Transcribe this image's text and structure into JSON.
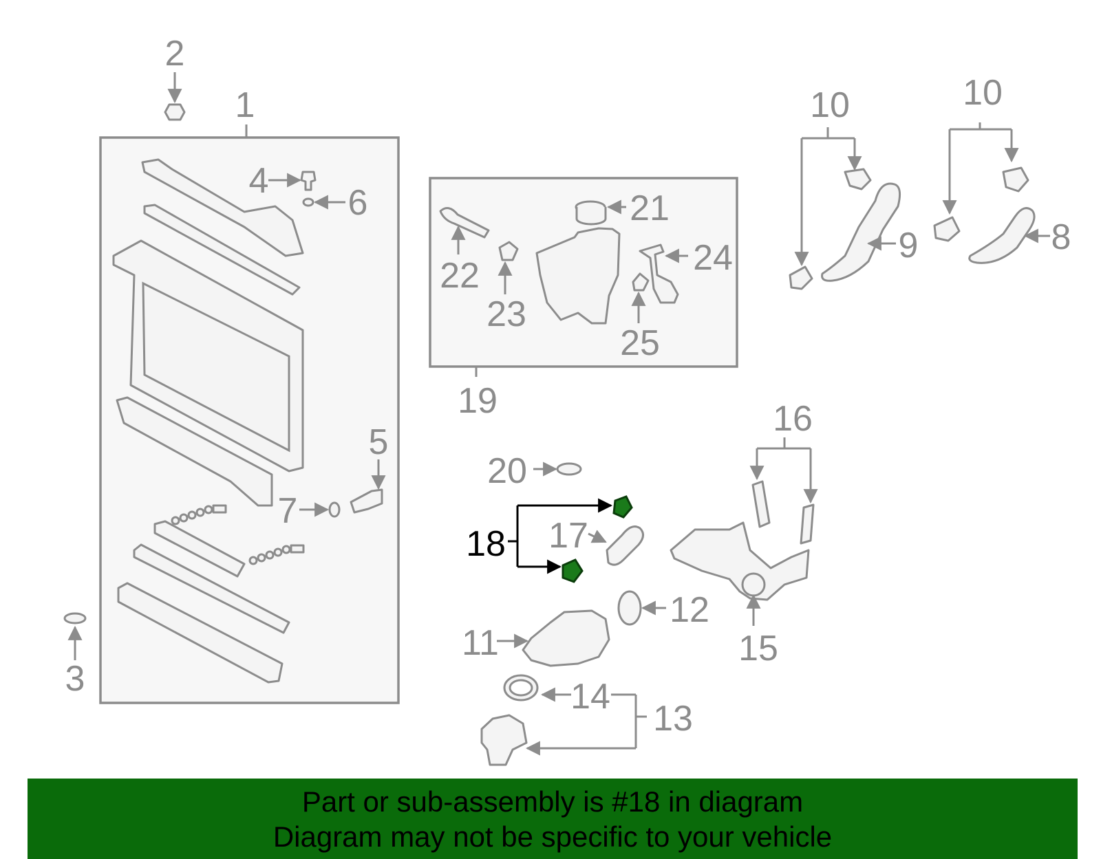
{
  "diagram": {
    "highlighted_part": "18",
    "callouts": [
      "1",
      "2",
      "3",
      "4",
      "5",
      "6",
      "7",
      "8",
      "9",
      "10",
      "10",
      "11",
      "12",
      "13",
      "14",
      "15",
      "16",
      "17",
      "18",
      "19",
      "20",
      "21",
      "22",
      "23",
      "24",
      "25"
    ]
  },
  "banner": {
    "line1": "Part or sub-assembly is #18 in diagram",
    "line2": "Diagram may not be specific to your vehicle"
  },
  "colors": {
    "banner_bg": "#0a6b0a",
    "highlight": "#1a7a1a",
    "line": "#8c8c8c",
    "text_highlight": "#000000"
  }
}
